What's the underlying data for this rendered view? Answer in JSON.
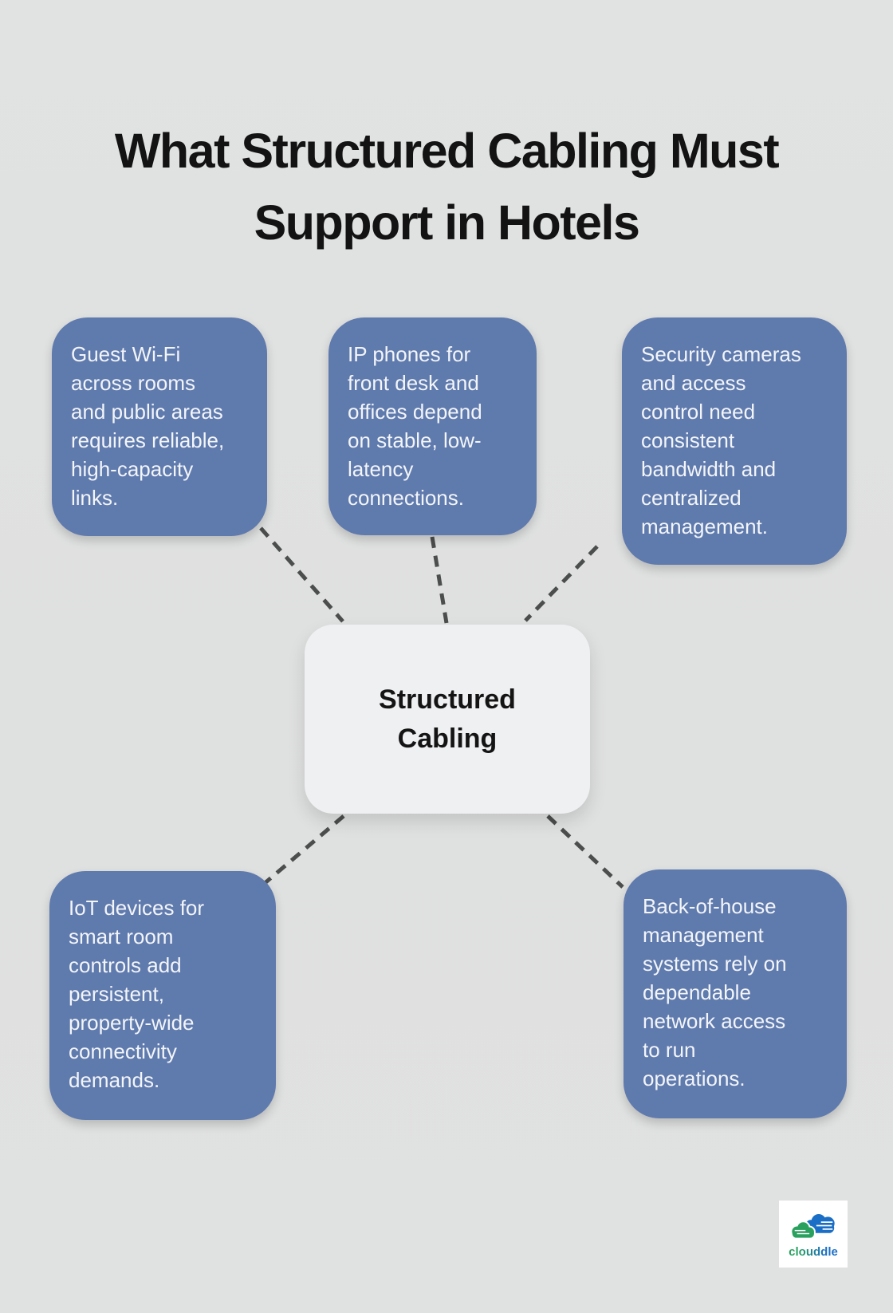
{
  "title": {
    "text": "What Structured Cabling Must\nSupport in Hotels"
  },
  "center_node": {
    "label": "Structured\nCabling"
  },
  "nodes": [
    {
      "id": "guest-wifi",
      "text": "Guest Wi-Fi\nacross rooms\nand public areas\nrequires reliable,\nhigh-capacity\nlinks."
    },
    {
      "id": "ip-phones",
      "text": "IP phones for\nfront desk and\noffices depend\non stable, low-\nlatency\nconnections."
    },
    {
      "id": "security-cameras",
      "text": "Security cameras\nand access\ncontrol need\nconsistent\nbandwidth and\ncentralized\nmanagement."
    },
    {
      "id": "iot-devices",
      "text": "IoT devices for\nsmart room\ncontrols add\npersistent,\nproperty-wide\nconnectivity\ndemands."
    },
    {
      "id": "back-of-house",
      "text": "Back-of-house\nmanagement\nsystems rely on\ndependable\nnetwork access\nto run\noperations."
    }
  ],
  "logo": {
    "brand": "clouddle"
  },
  "colors": {
    "background": "#e0e1e1",
    "node_fill": "#5f7aad",
    "node_text": "#f3f5f9",
    "center_fill": "#eff0f2",
    "center_text": "#141414",
    "title_text": "#131313",
    "connector": "#4c4e4d",
    "logo_green": "#29a05e",
    "logo_blue": "#1b6ec5"
  }
}
